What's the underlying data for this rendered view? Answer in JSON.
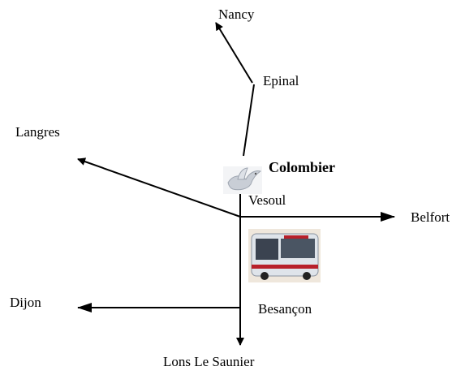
{
  "cities": {
    "nancy": "Nancy",
    "epinal": "Epinal",
    "langres": "Langres",
    "colombier": "Colombier",
    "vesoul": "Vesoul",
    "belfort": "Belfort",
    "dijon": "Dijon",
    "besancon": "Besançon",
    "lons": "Lons Le Saunier"
  },
  "icons": {
    "dove": "dove-icon",
    "bus": "bus-icon"
  },
  "colors": {
    "lines": "#000000",
    "bus_body": "#dfe4ea",
    "bus_window": "#3b4350",
    "bus_stripe": "#b8202a",
    "dove": "#c9ced6"
  }
}
